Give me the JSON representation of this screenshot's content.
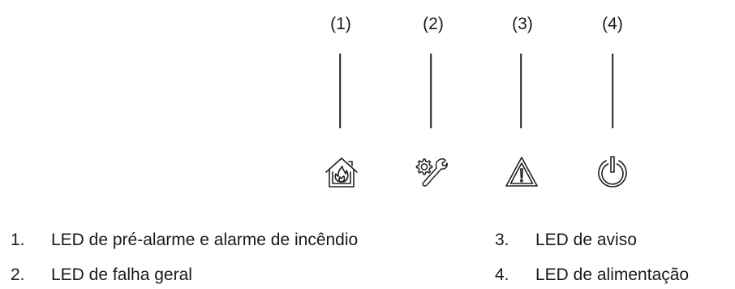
{
  "indicators": [
    {
      "callout": "(1)",
      "icon": "fire-alarm-icon"
    },
    {
      "callout": "(2)",
      "icon": "fault-gear-wrench-icon"
    },
    {
      "callout": "(3)",
      "icon": "warning-triangle-icon"
    },
    {
      "callout": "(4)",
      "icon": "power-icon"
    }
  ],
  "legend": [
    {
      "number": "1.",
      "text": "LED de pré-alarme e alarme de incêndio"
    },
    {
      "number": "2.",
      "text": "LED de falha geral"
    },
    {
      "number": "3.",
      "text": "LED de aviso"
    },
    {
      "number": "4.",
      "text": "LED de alimentação"
    }
  ]
}
